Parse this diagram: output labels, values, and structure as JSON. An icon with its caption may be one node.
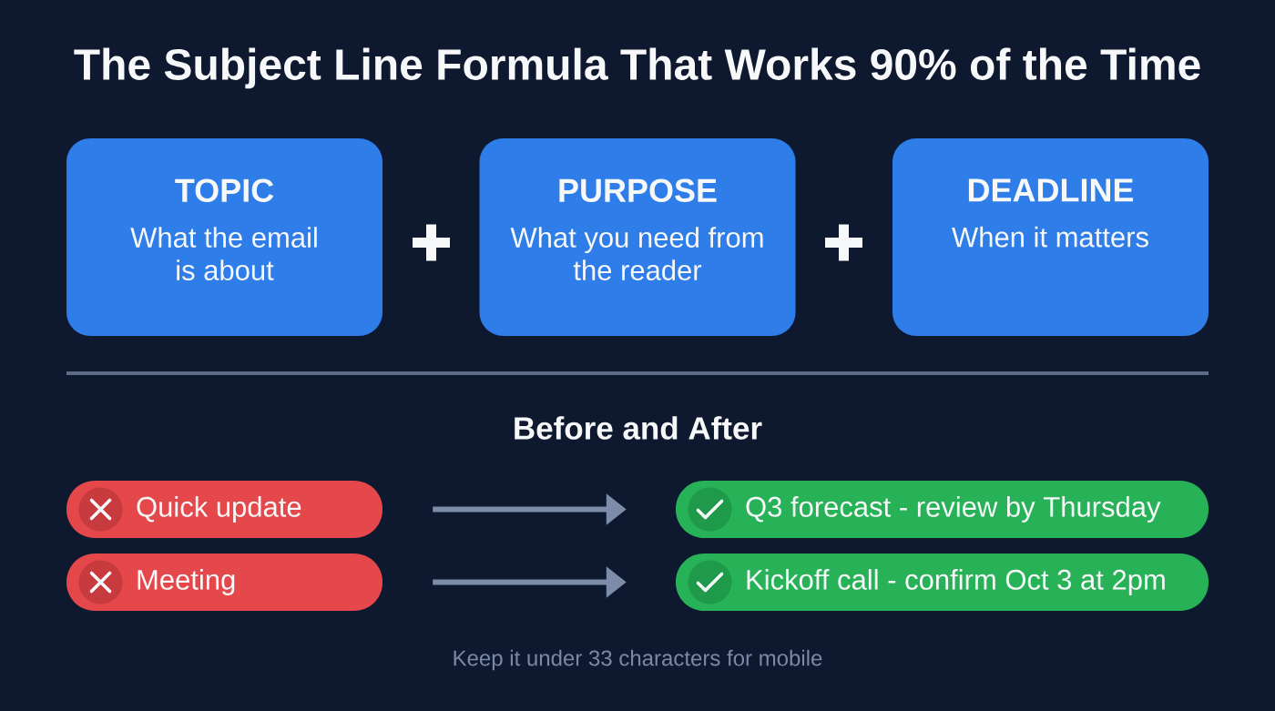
{
  "diagram": {
    "title": "The Subject Line Formula That Works 90% of the Time",
    "nodes": [
      {
        "text": [
          "TOPIC",
          "What the email is about"
        ]
      },
      {
        "text": [
          "PURPOSE",
          "What you need from the reader"
        ]
      },
      {
        "text": [
          "DEADLINE",
          "When it matters"
        ]
      },
      {
        "text": [
          "Quick update"
        ]
      },
      {
        "text": [
          "Q3 forecast - review by Thursday"
        ]
      },
      {
        "text": [
          "Meeting"
        ]
      },
      {
        "text": [
          "Kickoff call - confirm Oct 3 at 2pm"
        ]
      }
    ],
    "edges": [
      {
        "from": 3,
        "to": 4,
        "arrow": "to"
      },
      {
        "from": 5,
        "to": 6,
        "arrow": "to"
      }
    ],
    "labels": [
      "Before and After",
      "Keep it under 33 characters for mobile"
    ]
  }
}
